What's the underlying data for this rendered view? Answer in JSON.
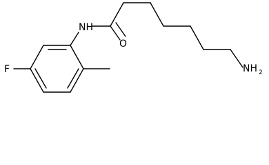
{
  "molecule": {
    "atoms": {
      "amide_nh": "NH",
      "carbonyl_o": "O",
      "fluoro": "F",
      "amine_main": "NH",
      "amine_sub": "2"
    }
  }
}
